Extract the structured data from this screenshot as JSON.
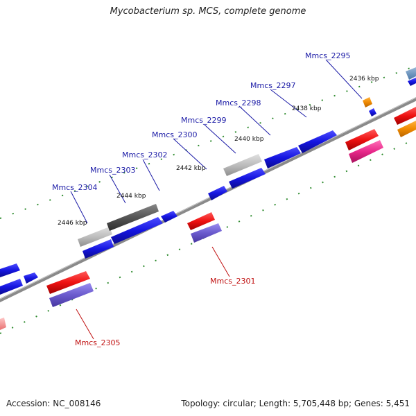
{
  "title": "Mycobacterium sp. MCS, complete genome",
  "footer": {
    "accession": "Accession: NC_008146",
    "topology": "Topology: circular; Length: 5,705,448 bp; Genes: 5,451"
  },
  "colors": {
    "backbone": "#8a8a8a",
    "tick": "#2e8b2e",
    "label_forward": "#1a1aa6",
    "label_reverse": "#c01010",
    "gene_blue": "#1515e0",
    "gene_gray_light": "#bdbdbd",
    "gene_gray_dark": "#555555",
    "gene_red": "#ee1111",
    "gene_purple": "#6a5acd",
    "gene_orange": "#f08a00",
    "gene_pink": "#e8288a"
  },
  "kbp_labels": [
    "2436 kbp",
    "2438 kbp",
    "2440 kbp",
    "2442 kbp",
    "2444 kbp",
    "2446 kbp"
  ],
  "gene_labels": [
    {
      "name": "Mmcs_2295",
      "strand": "forward"
    },
    {
      "name": "Mmcs_2297",
      "strand": "forward"
    },
    {
      "name": "Mmcs_2298",
      "strand": "forward"
    },
    {
      "name": "Mmcs_2299",
      "strand": "forward"
    },
    {
      "name": "Mmcs_2300",
      "strand": "forward"
    },
    {
      "name": "Mmcs_2302",
      "strand": "forward"
    },
    {
      "name": "Mmcs_2303",
      "strand": "forward"
    },
    {
      "name": "Mmcs_2304",
      "strand": "forward"
    },
    {
      "name": "Mmcs_2301",
      "strand": "reverse"
    },
    {
      "name": "Mmcs_2305",
      "strand": "reverse"
    }
  ]
}
